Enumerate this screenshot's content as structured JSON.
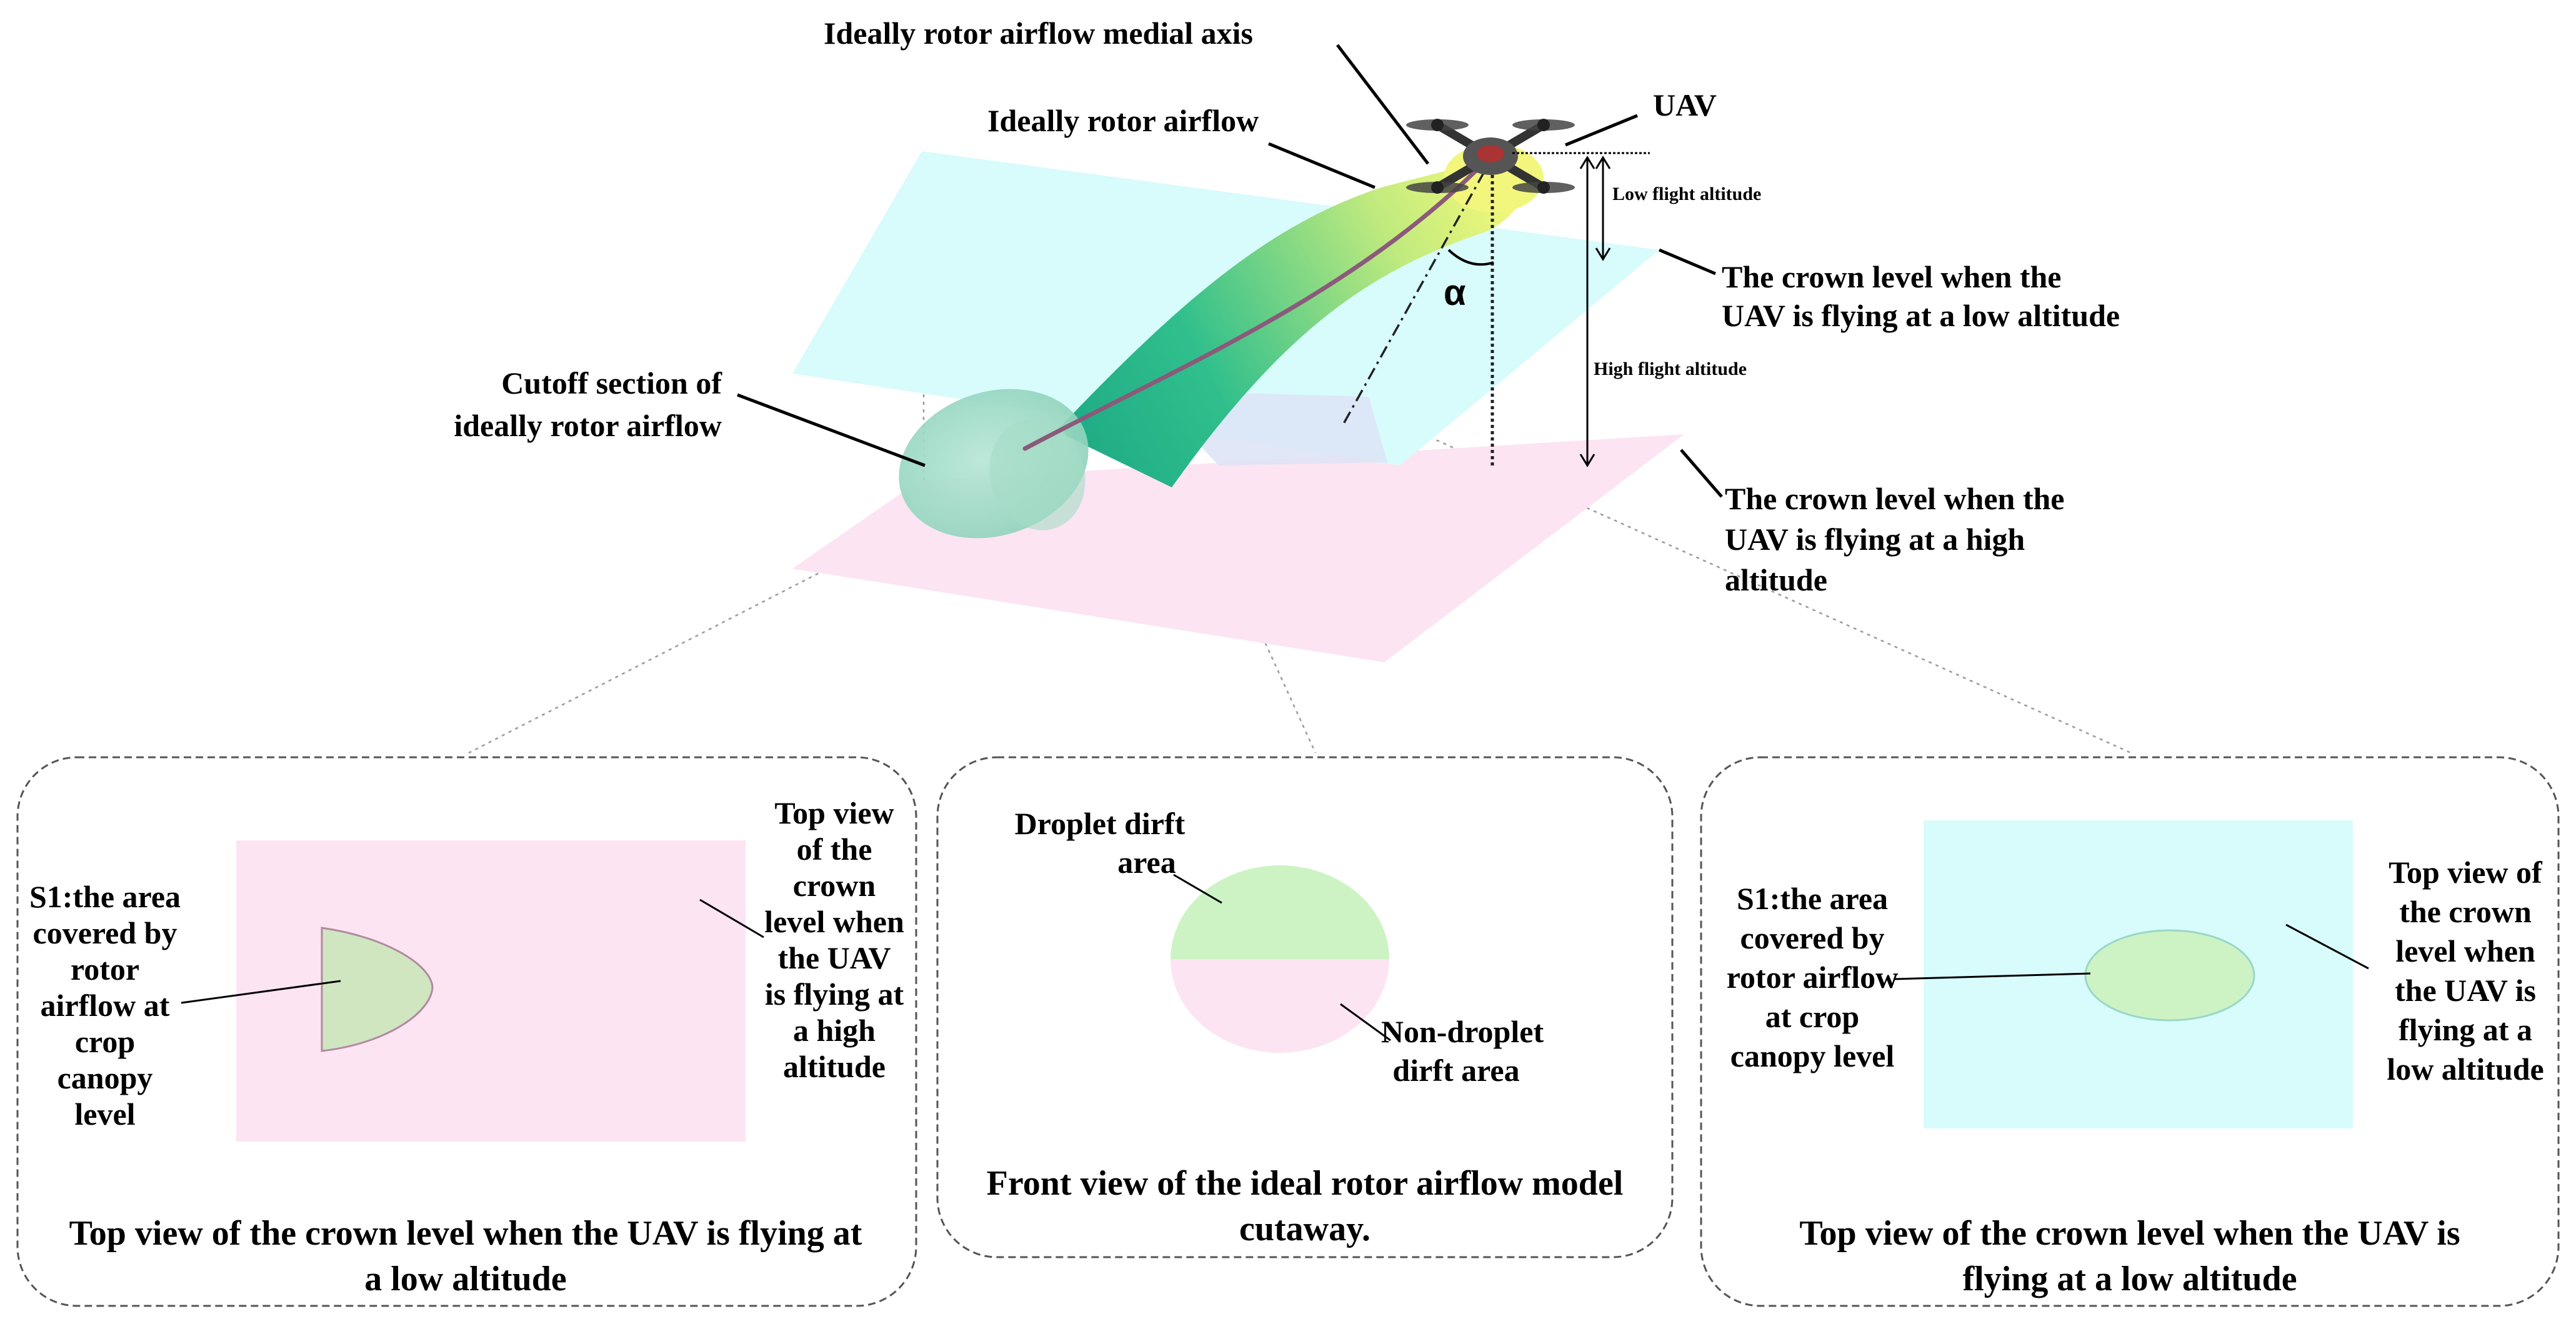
{
  "labels": {
    "medial_axis": "Ideally rotor airflow medial axis",
    "airflow": "Ideally rotor airflow",
    "uav": "UAV",
    "low_flight_altitude": "Low flight altitude",
    "high_flight_altitude": "High flight altitude",
    "alpha": "α",
    "cutoff_line1": "Cutoff section of",
    "cutoff_line2": "ideally rotor airflow",
    "crown_low_line1": "The crown level when the",
    "crown_low_line2": "UAV is flying at a low altitude",
    "crown_high_line1": "The crown level when the",
    "crown_high_line2": "UAV is flying at a high",
    "crown_high_line3": "altitude"
  },
  "panel_left": {
    "s1_lines": [
      "S1:the area",
      "covered by",
      "rotor",
      "airflow at",
      "crop",
      "canopy",
      "level"
    ],
    "topview_lines": [
      "Top view",
      "of the",
      "crown",
      "level when",
      "the UAV",
      "is flying at",
      "a high",
      "altitude"
    ],
    "caption_line1": "Top view of the crown level when the UAV is flying at",
    "caption_line2": "a low altitude"
  },
  "panel_middle": {
    "droplet_line1": "Droplet dirft",
    "droplet_line2": "area",
    "nondroplet_line1": "Non-droplet",
    "nondroplet_line2": "dirft area",
    "caption_line1": "Front view of the ideal rotor airflow model",
    "caption_line2": "cutaway."
  },
  "panel_right": {
    "s1_lines": [
      "S1:the area",
      "covered by",
      "rotor airflow",
      "at crop",
      "canopy level"
    ],
    "topview_lines": [
      "Top view of",
      "the crown",
      "level when",
      "the UAV is",
      "flying at a",
      "low altitude"
    ],
    "caption_line1": "Top view of the crown level when the UAV is",
    "caption_line2": "flying at a low altitude"
  },
  "colors": {
    "cyan_plane": "#d8fbfc",
    "pink_plane": "#fce4f2",
    "droplet_green": "#cdf3c4",
    "airflow_green": "#13a98a",
    "airflow_yellow": "#f1f775",
    "axis_line": "#8b5a7a"
  }
}
